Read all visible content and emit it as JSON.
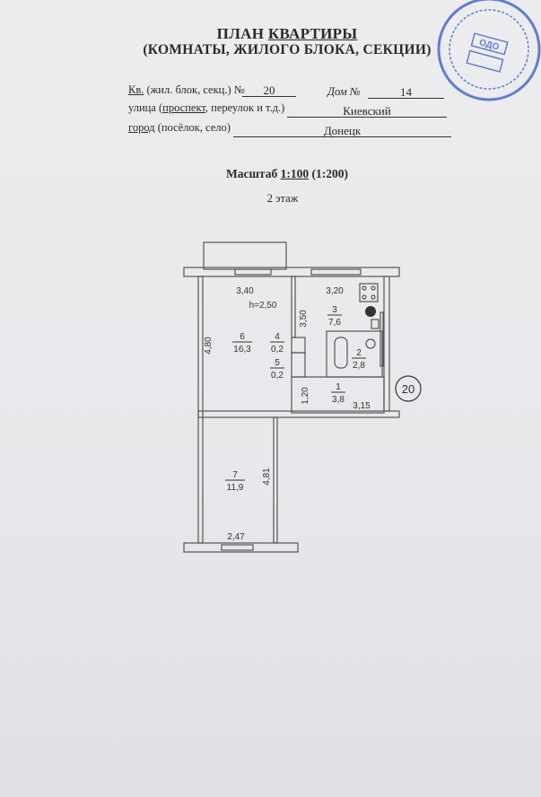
{
  "header": {
    "title_part1": "ПЛАН ",
    "title_part2": "КВАРТИРЫ",
    "subtitle": "(КОМНАТЫ, ЖИЛОГО БЛОКА, СЕКЦИИ)"
  },
  "fields": {
    "apt_label_u": "Кв.",
    "apt_label_rest": " (жил. блок, секц.) №",
    "apt_value": "20",
    "house_label": "Дом №",
    "house_value": "14",
    "street_label_1": "улица (",
    "street_label_u": "проспект",
    "street_label_2": ", переулок и т.д.)",
    "street_value": "Киевский",
    "city_label_u": "город",
    "city_label_rest": " (посёлок, село)",
    "city_value": "Донецк"
  },
  "scale": {
    "label": "Масштаб ",
    "value": "1:100",
    "alt": " (1:200)"
  },
  "floor": "2 этаж",
  "plan": {
    "dims": {
      "d340": "3,40",
      "h": "h=2,50",
      "d320": "3,20",
      "d350": "3,50",
      "d480": "4,80",
      "d120": "1,20",
      "d315": "3,15",
      "d481": "4,81",
      "d247": "2,47"
    },
    "rooms": [
      {
        "num": "1",
        "area": "3,8"
      },
      {
        "num": "2",
        "area": "2,8"
      },
      {
        "num": "3",
        "area": "7,6"
      },
      {
        "num": "4",
        "area": "0,2"
      },
      {
        "num": "5",
        "area": "0,2"
      },
      {
        "num": "6",
        "area": "16,3"
      },
      {
        "num": "7",
        "area": "11,9"
      }
    ],
    "apt_marker": "20"
  },
  "stamp": {
    "text": "ОДО"
  },
  "colors": {
    "stamp": "#3b63c9",
    "ink": "#2a2a2e"
  }
}
